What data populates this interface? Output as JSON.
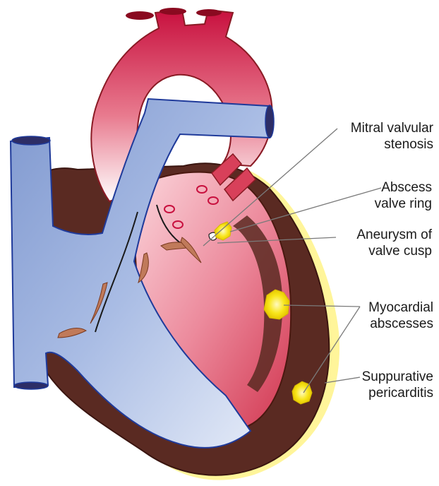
{
  "labels": {
    "mitral": {
      "line1": "Mitral valvular",
      "line2": "stenosis"
    },
    "abscess_ring": {
      "line1": "Abscess",
      "line2": "valve ring"
    },
    "aneurysm": {
      "line1": "Aneurysm of",
      "line2": "valve cusp"
    },
    "myocardial": {
      "line1": "Myocardial",
      "line2": "abscesses"
    },
    "pericarditis": {
      "line1": "Suppurative",
      "line2": "pericarditis"
    }
  },
  "colors": {
    "myocardium": "#5a2a22",
    "aorta": "#c8103e",
    "vena_cava": "#7a94cc",
    "ventricle": "#e0607a",
    "abscess": "#f5e020",
    "pericardium": "#fff59a",
    "valve": "#c07a5a",
    "leader": "#808080"
  }
}
